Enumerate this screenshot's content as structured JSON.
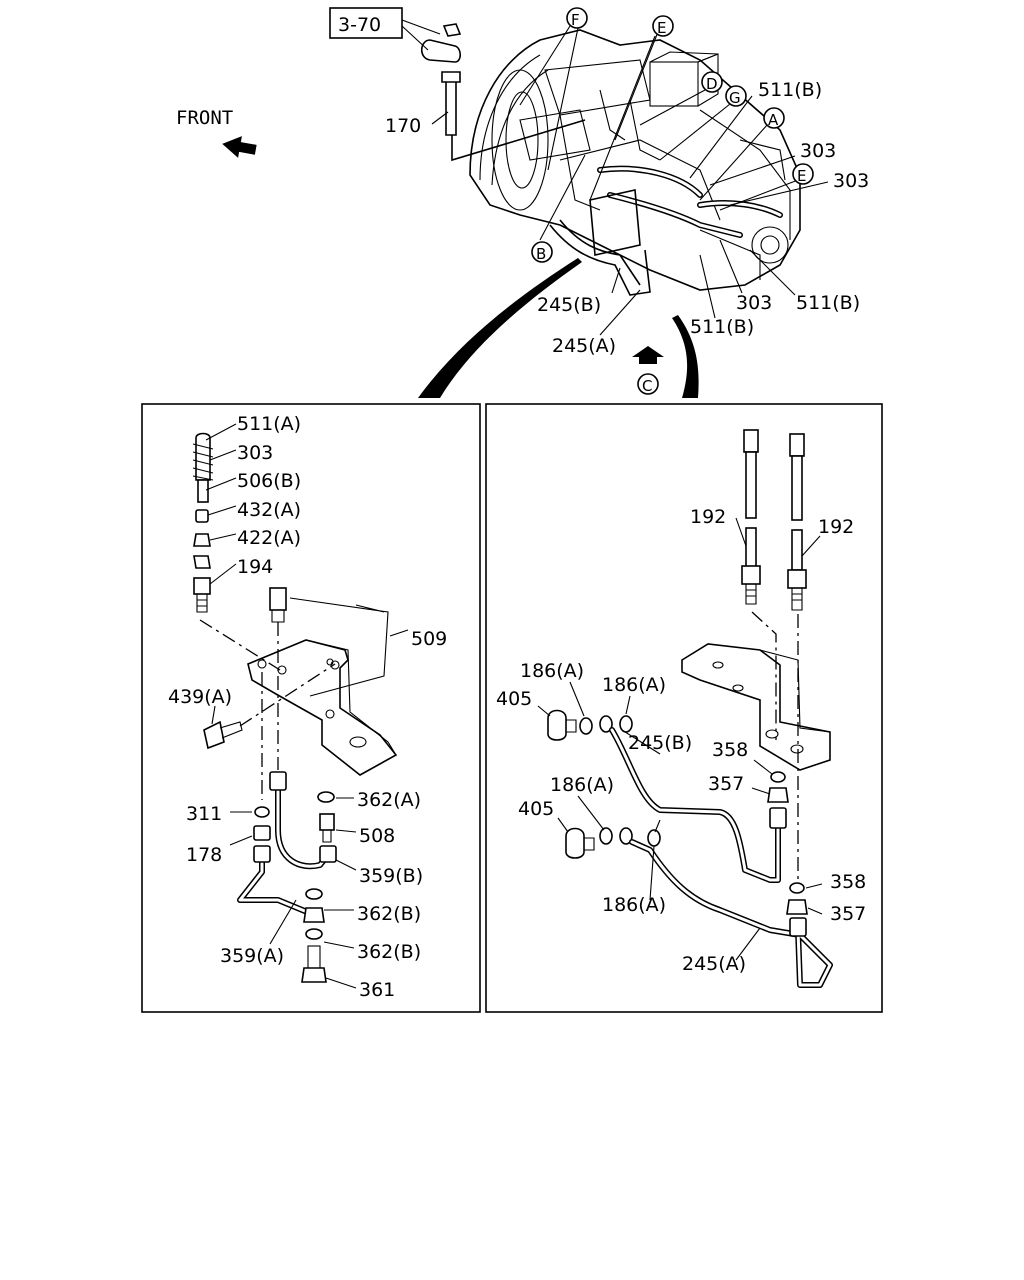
{
  "header": {
    "ref_box": "3-70",
    "front_label": "FRONT"
  },
  "top_labels": {
    "l170": "170",
    "l511b_1": "511(B)",
    "l303_1": "303",
    "l303_2": "303",
    "l303_3": "303",
    "l511b_2": "511(B)",
    "l511b_3": "511(B)",
    "l245b": "245(B)",
    "l245a": "245(A)"
  },
  "circle_letters": {
    "A": "A",
    "B": "B",
    "C": "C",
    "D": "D",
    "E1": "E",
    "E2": "E",
    "F": "F",
    "G": "G"
  },
  "left_panel": {
    "l511a": "511(A)",
    "l303": "303",
    "l506b": "506(B)",
    "l432a": "432(A)",
    "l422a": "422(A)",
    "l194": "194",
    "l509": "509",
    "l439a": "439(A)",
    "l311": "311",
    "l362a": "362(A)",
    "l508": "508",
    "l178": "178",
    "l359b": "359(B)",
    "l362b_1": "362(B)",
    "l359a": "359(A)",
    "l362b_2": "362(B)",
    "l361": "361"
  },
  "right_panel": {
    "l192_1": "192",
    "l192_2": "192",
    "l186a_1": "186(A)",
    "l186a_2": "186(A)",
    "l405_1": "405",
    "l245b": "245(B)",
    "l358_1": "358",
    "l357_1": "357",
    "l186a_3": "186(A)",
    "l405_2": "405",
    "l186a_4": "186(A)",
    "l358_2": "358",
    "l357_2": "357",
    "l245a": "245(A)"
  }
}
